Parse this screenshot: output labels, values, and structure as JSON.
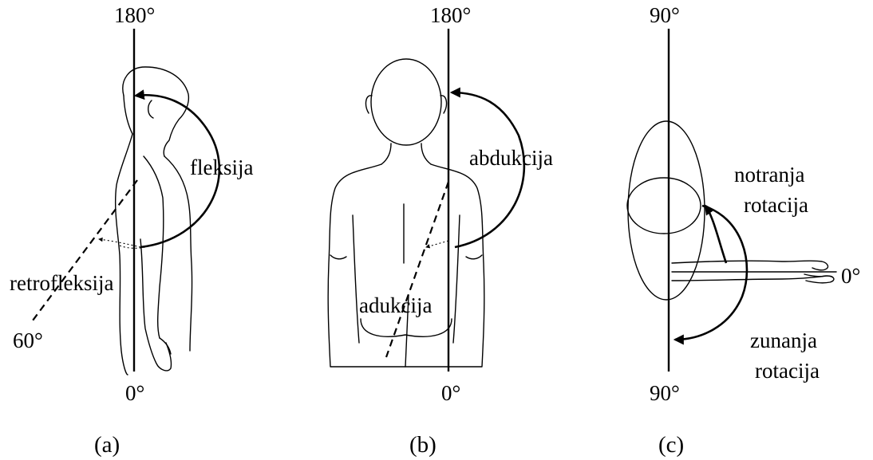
{
  "panels": [
    {
      "caption": "(a)",
      "top_label": "180°",
      "bottom_label": "0°",
      "extra_angle": "60°",
      "motions": [
        "fleksija",
        "retrofleksija"
      ]
    },
    {
      "caption": "(b)",
      "top_label": "180°",
      "bottom_label": "0°",
      "motions": [
        "abdukcija",
        "adukcija"
      ]
    },
    {
      "caption": "(c)",
      "top_label": "90°",
      "bottom_label": "90°",
      "right_label": "0°",
      "motions": [
        "notranja",
        "rotacija",
        "zunanja",
        "rotacija"
      ]
    }
  ]
}
